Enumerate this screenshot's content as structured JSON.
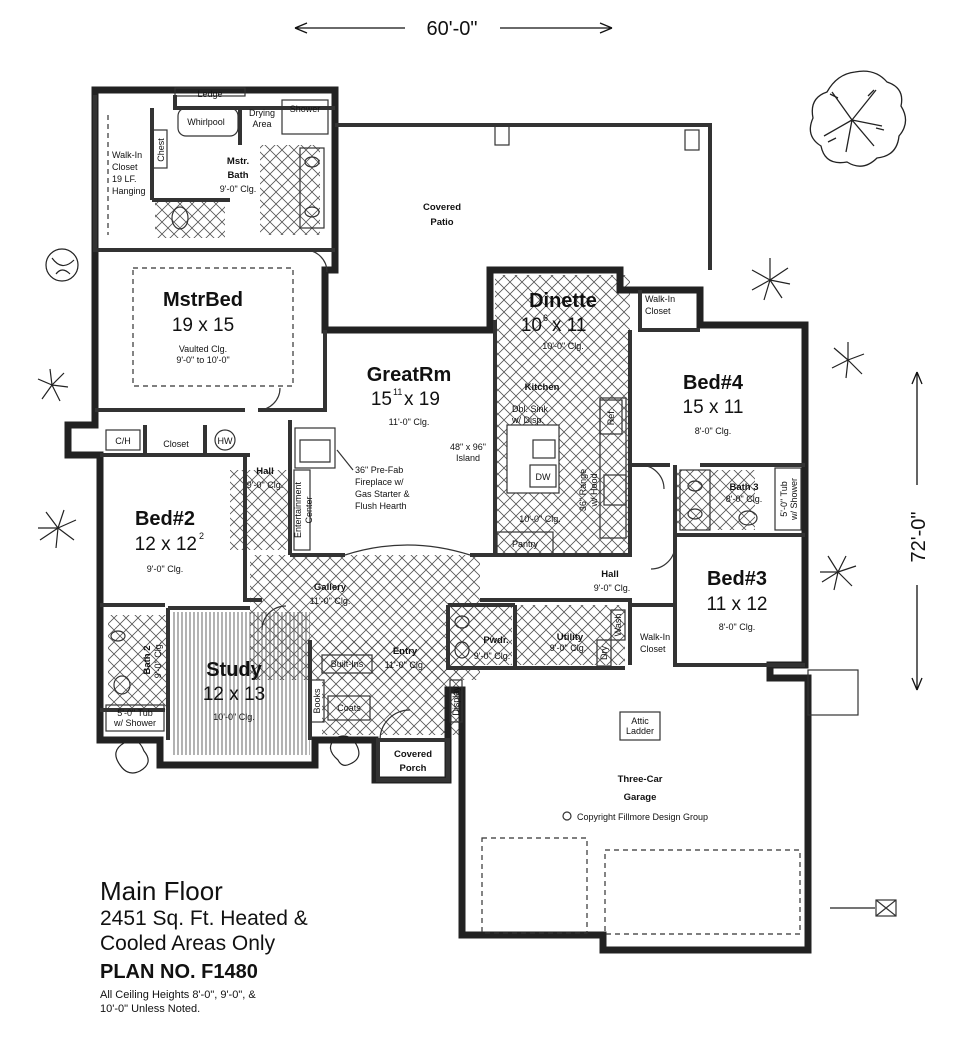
{
  "dimensions": {
    "width": "60'-0\"",
    "depth": "72'-0\""
  },
  "rooms": {
    "ledge": "Ledge",
    "whirlpool": "Whirlpool",
    "drying_area": [
      "Drying",
      "Area"
    ],
    "shower": "Shower",
    "chest": "Chest",
    "walkin_master": [
      "Walk-In",
      "Closet",
      "19 LF.",
      "Hanging"
    ],
    "mstr_bath": {
      "name": [
        "Mstr.",
        "Bath"
      ],
      "clg": "9'-0\" Clg."
    },
    "covered_patio": [
      "Covered",
      "Patio"
    ],
    "mstr_bed": {
      "name": "MstrBed",
      "size": "19 x 15",
      "clg": [
        "Vaulted Clg.",
        "9'-0\" to 10'-0\""
      ]
    },
    "dinette": {
      "name": "Dinette",
      "size": "10",
      "size_sup": "6",
      "size_rest": " x 11",
      "clg": "10'-0\" Clg."
    },
    "walkin_dinette": [
      "Walk-In",
      "Closet"
    ],
    "great_rm": {
      "name": "GreatRm",
      "size": "15",
      "size_sup": "11",
      "size_rest": " x 19",
      "clg": "11'-0\" Clg."
    },
    "kitchen": {
      "name": "Kitchen",
      "clg": "10'-0\" Clg."
    },
    "sink": [
      "Dbl. Sink",
      "w/ Disp."
    ],
    "island": [
      "48\" x 96\"",
      "Island"
    ],
    "dw": "DW",
    "range": [
      "36\" Range",
      "w/ Hood"
    ],
    "ref": "Ref.",
    "pantry": "Pantry",
    "fireplace": [
      "36\" Pre-Fab",
      "Fireplace w/",
      "Gas Starter &",
      "Flush Hearth"
    ],
    "entertainment": [
      "Entertainment",
      "Center"
    ],
    "ch": "C/H",
    "closet": "Closet",
    "hw": "HW",
    "hall_left": {
      "name": "Hall",
      "clg": "9'-0\" Clg."
    },
    "bed4": {
      "name": "Bed#4",
      "size": "15 x 11",
      "clg": "8'-0\" Clg."
    },
    "bath3": {
      "name": "Bath 3",
      "clg": "8'-0\" Clg."
    },
    "tub3": [
      "5'-0\" Tub",
      "w/ Shower"
    ],
    "bed2": {
      "name": "Bed#2",
      "size": "12 x 12",
      "size_sup": "2",
      "clg": "9'-0\" Clg."
    },
    "gallery": {
      "name": "Gallery",
      "clg": "11'-0\" Clg."
    },
    "hall_right": {
      "name": "Hall",
      "clg": "9'-0\" Clg."
    },
    "bed3": {
      "name": "Bed#3",
      "size": "11 x 12",
      "clg": "8'-0\" Clg."
    },
    "walkin_bed3": [
      "Walk-In",
      "Closet"
    ],
    "bath2": {
      "name": "Bath 2",
      "clg": "9'-0\" Clg."
    },
    "tub2": [
      "5'-0\" Tub",
      "w/ Shower"
    ],
    "study": {
      "name": "Study",
      "size": "12 x 13",
      "clg": "10'-0\" Clg."
    },
    "built_ins": "Built-Ins",
    "books": "Books",
    "coats": "Coats",
    "entry": {
      "name": "Entry",
      "clg": "11'-0\" Clg."
    },
    "display": "Display",
    "pwdr": {
      "name": "Pwdr.",
      "clg": "9'-0\" Clg."
    },
    "utility": {
      "name": "Utility",
      "clg": "9'-0\" Clg."
    },
    "dry": "Dry",
    "wash": "Wash",
    "covered_porch": [
      "Covered",
      "Porch"
    ],
    "attic": [
      "Attic",
      "Ladder"
    ],
    "garage": [
      "Three-Car",
      "Garage"
    ],
    "copyright": "Copyright Fillmore Design Group"
  },
  "title_block": {
    "title": "Main Floor",
    "line1": "2451 Sq. Ft. Heated &",
    "line2": "Cooled Areas Only",
    "plan_no": "PLAN NO. F1480",
    "note1": "All Ceiling Heights 8'-0\", 9'-0\", &",
    "note2": "10'-0\" Unless Noted."
  }
}
